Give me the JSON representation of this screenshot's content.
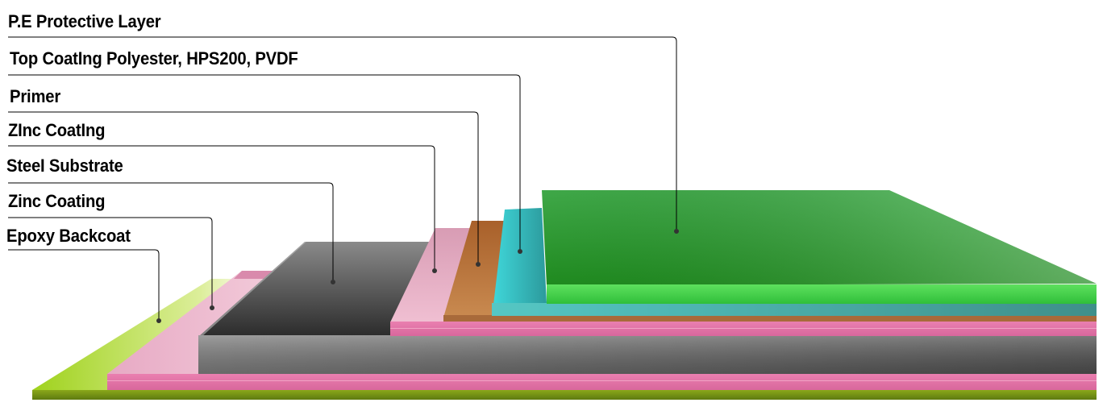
{
  "diagram": {
    "layers": [
      {
        "key": "pe",
        "label": "P.E Protective Layer",
        "color": "#3fa63f"
      },
      {
        "key": "top",
        "label": "Top CoatIng Polyester, HPS200, PVDF",
        "color": "#5ccfd0"
      },
      {
        "key": "primer",
        "label": "Primer",
        "color": "#a86a30"
      },
      {
        "key": "zinc_top",
        "label": "ZInc CoatIng",
        "color": "#e07aaa"
      },
      {
        "key": "steel",
        "label": "SteeI Substrate",
        "color": "#6e6e6e"
      },
      {
        "key": "zinc_bottom",
        "label": "Zinc Coating",
        "color": "#e07aaa"
      },
      {
        "key": "epoxy",
        "label": "Epoxy Backcoat",
        "color": "#9ccc2a"
      }
    ]
  }
}
